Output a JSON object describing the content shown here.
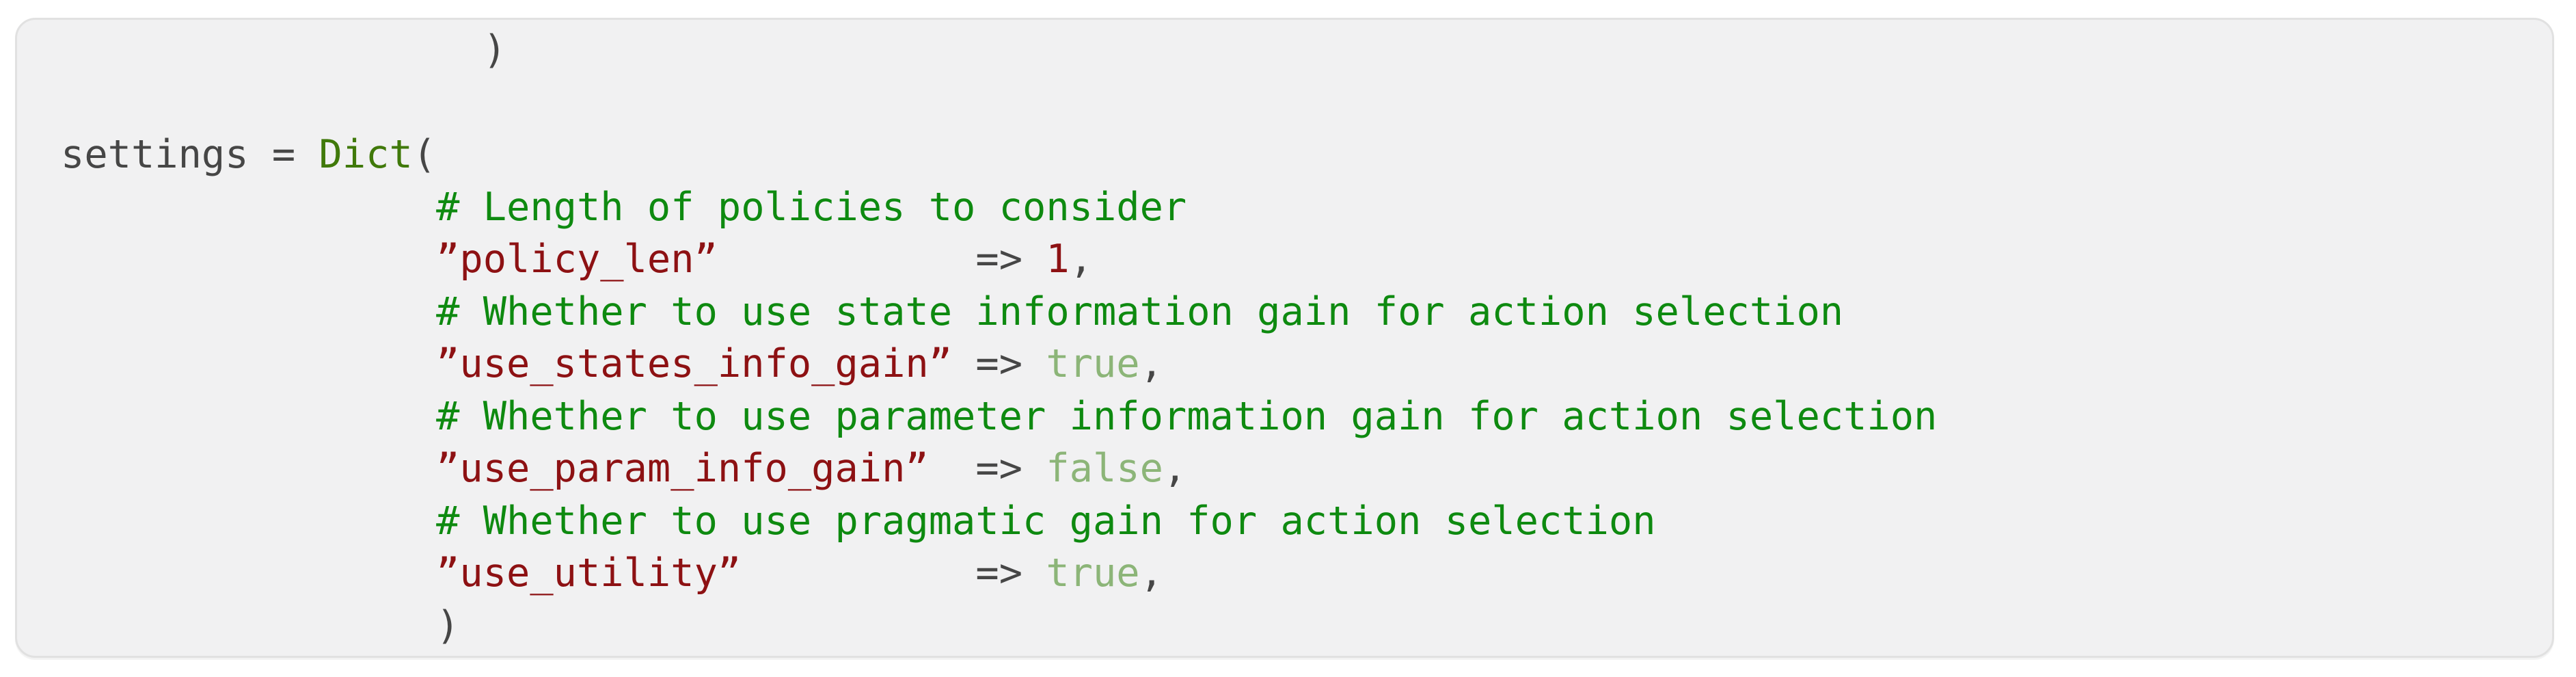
{
  "page": {
    "background_color": "#ffffff"
  },
  "code_block": {
    "language": "julia",
    "background_color": "#f1f1f2",
    "border_color": "#e1e1e1",
    "token_colors": {
      "default": "#464646",
      "type": "#40790a",
      "comment": "#0e8a10",
      "string": "#8d1113",
      "number": "#8d1113",
      "boolean": "#8cb578"
    },
    "lines": [
      {
        "segments": [
          {
            "text": "                  )",
            "style": "default"
          }
        ]
      },
      {
        "segments": []
      },
      {
        "segments": [
          {
            "text": "settings = ",
            "style": "default"
          },
          {
            "text": "Dict",
            "style": "type"
          },
          {
            "text": "(",
            "style": "default"
          }
        ]
      },
      {
        "segments": [
          {
            "text": "                ",
            "style": "default"
          },
          {
            "text": "# Length of policies to consider",
            "style": "comment"
          }
        ]
      },
      {
        "segments": [
          {
            "text": "                ",
            "style": "default"
          },
          {
            "text": "”policy_len”",
            "style": "string"
          },
          {
            "text": "           => ",
            "style": "default"
          },
          {
            "text": "1",
            "style": "number"
          },
          {
            "text": ",",
            "style": "default"
          }
        ]
      },
      {
        "segments": [
          {
            "text": "                ",
            "style": "default"
          },
          {
            "text": "# Whether to use state information gain for action selection",
            "style": "comment"
          }
        ]
      },
      {
        "segments": [
          {
            "text": "                ",
            "style": "default"
          },
          {
            "text": "”use_states_info_gain”",
            "style": "string"
          },
          {
            "text": " => ",
            "style": "default"
          },
          {
            "text": "true",
            "style": "boolean"
          },
          {
            "text": ",",
            "style": "default"
          }
        ]
      },
      {
        "segments": [
          {
            "text": "                ",
            "style": "default"
          },
          {
            "text": "# Whether to use parameter information gain for action selection",
            "style": "comment"
          }
        ]
      },
      {
        "segments": [
          {
            "text": "                ",
            "style": "default"
          },
          {
            "text": "”use_param_info_gain”",
            "style": "string"
          },
          {
            "text": "  => ",
            "style": "default"
          },
          {
            "text": "false",
            "style": "boolean"
          },
          {
            "text": ",",
            "style": "default"
          }
        ]
      },
      {
        "segments": [
          {
            "text": "                ",
            "style": "default"
          },
          {
            "text": "# Whether to use pragmatic gain for action selection",
            "style": "comment"
          }
        ]
      },
      {
        "segments": [
          {
            "text": "                ",
            "style": "default"
          },
          {
            "text": "”use_utility”",
            "style": "string"
          },
          {
            "text": "          => ",
            "style": "default"
          },
          {
            "text": "true",
            "style": "boolean"
          },
          {
            "text": ",",
            "style": "default"
          }
        ]
      },
      {
        "segments": [
          {
            "text": "                )",
            "style": "default"
          }
        ]
      }
    ]
  }
}
